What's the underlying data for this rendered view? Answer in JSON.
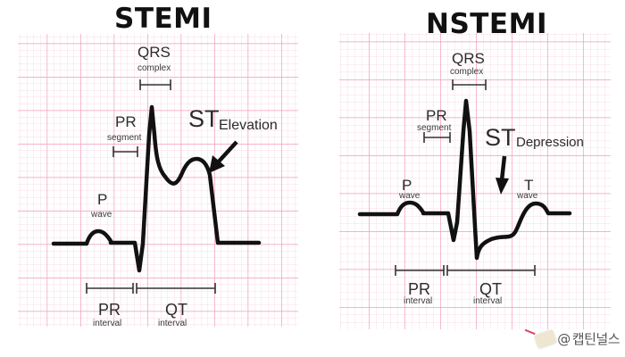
{
  "colors": {
    "grid_minor": "#f8d3e1",
    "grid_major": "#f19bbd",
    "trace": "#111111",
    "text": "#2b2b2b",
    "background": "#ffffff"
  },
  "stemi": {
    "title": "STEMI",
    "labels": {
      "qrs": "QRS",
      "qrs_sub": "complex",
      "pr_segment": "PR",
      "pr_segment_sub": "segment",
      "st": "ST",
      "st_sub": "Elevation",
      "p_wave": "P",
      "p_wave_sub": "wave",
      "pr_interval": "PR",
      "pr_interval_sub": "interval",
      "qt_interval": "QT",
      "qt_interval_sub": "interval"
    },
    "arrow": "down-left-arrow-icon"
  },
  "nstemi": {
    "title": "NSTEMI",
    "labels": {
      "qrs": "QRS",
      "qrs_sub": "complex",
      "pr_segment": "PR",
      "pr_segment_sub": "segment",
      "st": "ST",
      "st_sub": "Depression",
      "p_wave": "P",
      "p_wave_sub": "wave",
      "t_wave": "T",
      "t_wave_sub": "wave",
      "pr_interval": "PR",
      "pr_interval_sub": "interval",
      "qt_interval": "QT",
      "qt_interval_sub": "interval"
    },
    "arrow": "down-arrow-icon"
  },
  "watermark": {
    "prefix": "@",
    "text": "캡틴널스"
  }
}
